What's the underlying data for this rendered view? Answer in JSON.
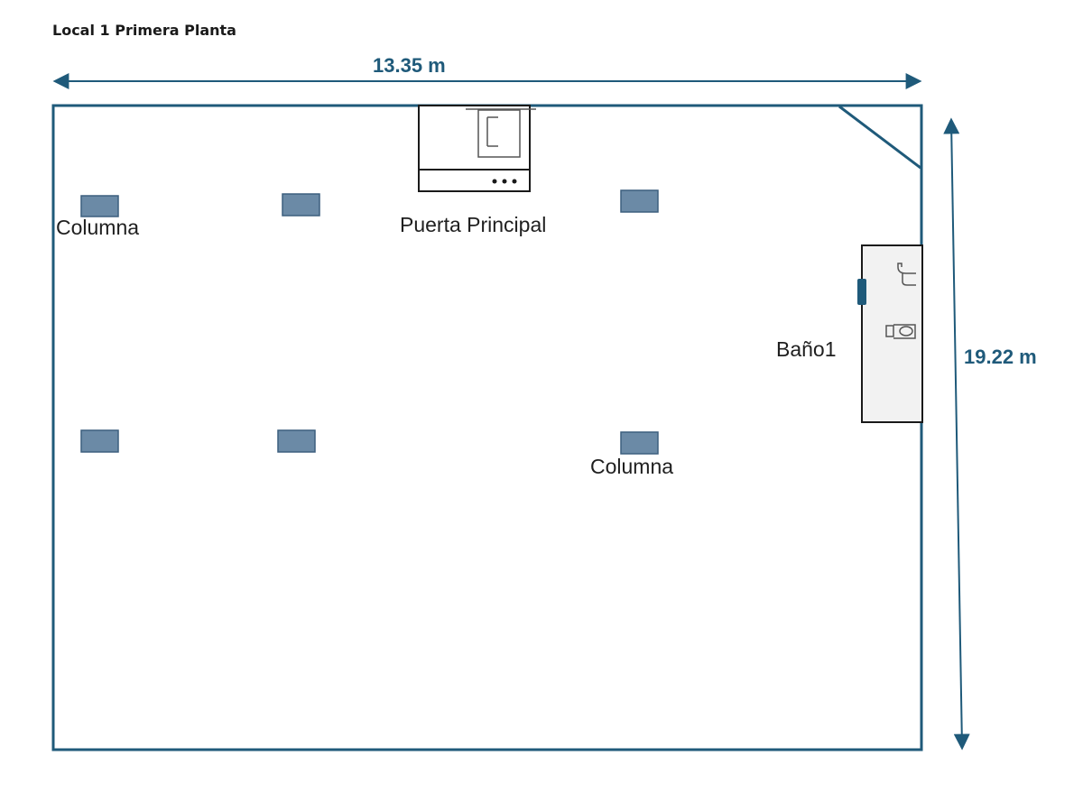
{
  "title": "Local 1 Primera Planta",
  "dimensions": {
    "width_label": "13.35 m",
    "height_label": "19.22 m"
  },
  "labels": {
    "column_top": "Columna",
    "column_bottom": "Columna",
    "main_door": "Puerta Principal",
    "bathroom": "Baño1"
  },
  "colors": {
    "accent": "#1f5a7a",
    "column_fill": "#6b8aa6",
    "column_stroke": "#3c5f7e",
    "bath_fill": "#f2f2f2",
    "text": "#1f1f1f"
  },
  "icons": [
    "sink-icon",
    "toilet-icon",
    "door-handle-icon",
    "door-unit-icon"
  ]
}
